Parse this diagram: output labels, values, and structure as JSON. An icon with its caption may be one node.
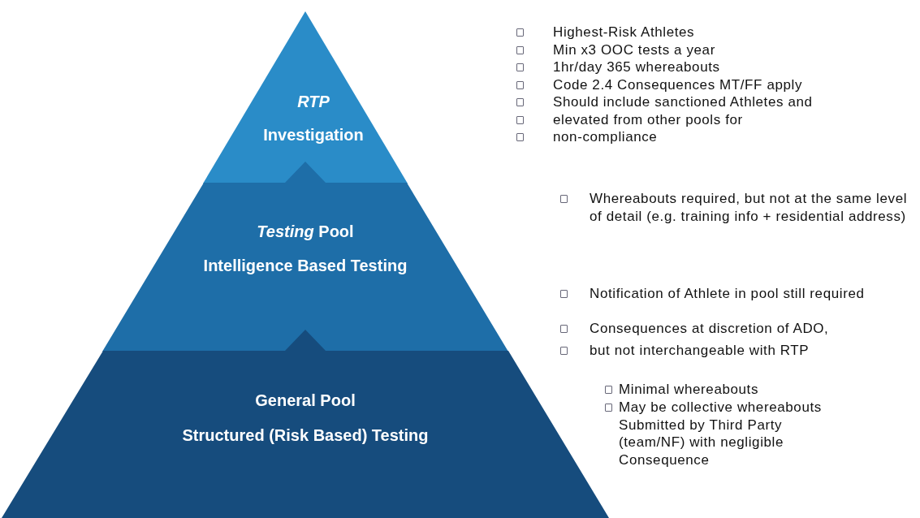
{
  "diagram": {
    "nodes": [
      {
        "text": [
          "RTP",
          "Investigation"
        ]
      },
      {
        "text": [
          "*Testing* Pool",
          "Intelligence Based Testing"
        ]
      },
      {
        "text": [
          "General Pool",
          "Structured (Risk Based) Testing"
        ]
      }
    ],
    "labels": [
      "Highest-Risk Athletes",
      "Min x3 OOC tests a year",
      "1hr/day 365 whereabouts",
      "Code 2.4 Consequences MT/FF apply",
      "Should include sanctioned Athletes and",
      "elevated from other pools for",
      "non-compliance",
      "Whereabouts required, but not at the same level of detail (e.g. training info + residential address)",
      "Notification of Athlete in pool still required",
      "Consequences at discretion of ADO,",
      "but not interchangeable with RTP",
      "Minimal whereabouts",
      "May be collective whereabouts Submitted by Third Party (team/NF) with negligible Consequence"
    ]
  }
}
